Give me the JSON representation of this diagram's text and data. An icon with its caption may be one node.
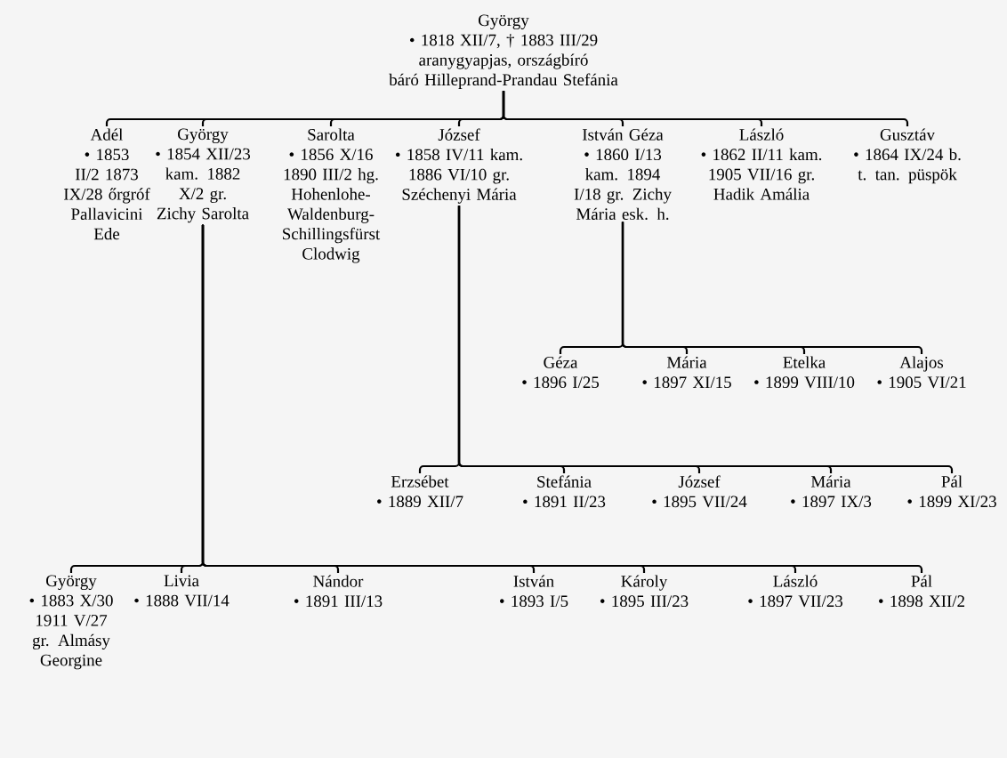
{
  "diagram": {
    "nodes": [
      {
        "text": [
          "György",
          "• 1818 XII/7, † 1883 III/29",
          "aranygyapjas, országbíró",
          "báró Hilleprand-Prandau Stefánia"
        ]
      },
      {
        "text": [
          "Adél",
          "• 1853 II/2 1873 IX/28 őrgróf Pallavicini Ede"
        ]
      },
      {
        "text": [
          "György",
          "• 1854 XII/23 kam. 1882 X/2 gr. Zichy Sarolta"
        ]
      },
      {
        "text": [
          "Sarolta",
          "• 1856 X/16 1890 III/2 hg. Hohenlohe-Waldenburg-Schillingsfürst Clodwig"
        ]
      },
      {
        "text": [
          "József",
          "• 1858 IV/11 kam. 1886 VI/10 gr. Széchenyi Mária"
        ]
      },
      {
        "text": [
          "István Géza",
          "• 1860 I/13 kam. 1894 I/18 gr. Zichy Mária esk. h."
        ]
      },
      {
        "text": [
          "László",
          "• 1862 II/11 kam. 1905 VII/16 gr. Hadik Amália"
        ]
      },
      {
        "text": [
          "Gusztáv",
          "• 1864 IX/24 b. t. tan. püspök"
        ]
      },
      {
        "text": [
          "Géza",
          "• 1896 I/25"
        ]
      },
      {
        "text": [
          "Mária",
          "• 1897 XI/15"
        ]
      },
      {
        "text": [
          "Etelka",
          "• 1899 VIII/10"
        ]
      },
      {
        "text": [
          "Alajos",
          "• 1905 VI/21"
        ]
      },
      {
        "text": [
          "Erzsébet",
          "• 1889 XII/7"
        ]
      },
      {
        "text": [
          "Stefánia",
          "• 1891 II/23"
        ]
      },
      {
        "text": [
          "József",
          "• 1895 VII/24"
        ]
      },
      {
        "text": [
          "Mária",
          "• 1897 IX/3"
        ]
      },
      {
        "text": [
          "Pál",
          "• 1899 XI/23"
        ]
      },
      {
        "text": [
          "György",
          "• 1883 X/30 1911 V/27 gr. Almásy Georgine"
        ]
      },
      {
        "text": [
          "Livia",
          "• 1888 VII/14"
        ]
      },
      {
        "text": [
          "Nándor",
          "• 1891 III/13"
        ]
      },
      {
        "text": [
          "István",
          "• 1893 I/5"
        ]
      },
      {
        "text": [
          "Károly",
          "• 1895 III/23"
        ]
      },
      {
        "text": [
          "László",
          "• 1897 VII/23"
        ]
      },
      {
        "text": [
          "Pál",
          "• 1898 XII/2"
        ]
      }
    ],
    "edges": [
      {
        "from": 0,
        "to": 1,
        "arrow": "none"
      },
      {
        "from": 0,
        "to": 2,
        "arrow": "none"
      },
      {
        "from": 0,
        "to": 3,
        "arrow": "none"
      },
      {
        "from": 0,
        "to": 4,
        "arrow": "none"
      },
      {
        "from": 0,
        "to": 5,
        "arrow": "none"
      },
      {
        "from": 0,
        "to": 6,
        "arrow": "none"
      },
      {
        "from": 0,
        "to": 7,
        "arrow": "none"
      },
      {
        "from": 5,
        "to": 8,
        "arrow": "none"
      },
      {
        "from": 5,
        "to": 9,
        "arrow": "none"
      },
      {
        "from": 5,
        "to": 10,
        "arrow": "none"
      },
      {
        "from": 5,
        "to": 11,
        "arrow": "none"
      },
      {
        "from": 4,
        "to": 12,
        "arrow": "none"
      },
      {
        "from": 4,
        "to": 13,
        "arrow": "none"
      },
      {
        "from": 4,
        "to": 14,
        "arrow": "none"
      },
      {
        "from": 4,
        "to": 15,
        "arrow": "none"
      },
      {
        "from": 4,
        "to": 16,
        "arrow": "none"
      },
      {
        "from": 2,
        "to": 17,
        "arrow": "none"
      },
      {
        "from": 2,
        "to": 18,
        "arrow": "none"
      },
      {
        "from": 2,
        "to": 19,
        "arrow": "none"
      },
      {
        "from": 2,
        "to": 20,
        "arrow": "none"
      },
      {
        "from": 2,
        "to": 21,
        "arrow": "none"
      },
      {
        "from": 2,
        "to": 22,
        "arrow": "none"
      },
      {
        "from": 2,
        "to": 23,
        "arrow": "none"
      }
    ]
  }
}
